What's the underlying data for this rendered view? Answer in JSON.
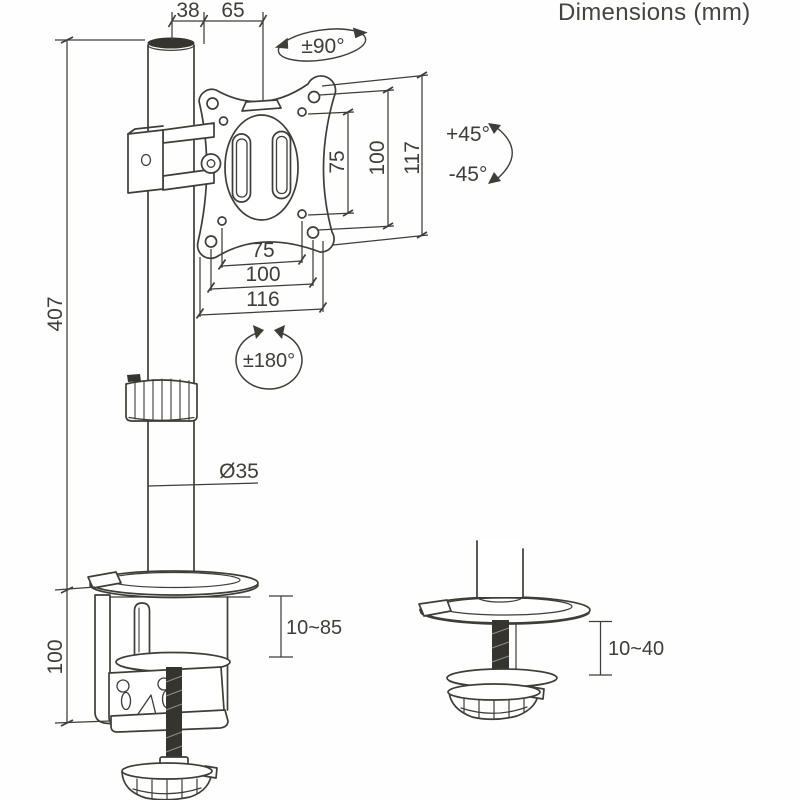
{
  "title": "Dimensions (mm)",
  "labels": {
    "arm_offset": "38",
    "arm_length": "65",
    "swivel_range": "±90°",
    "tilt_up": "+45°",
    "tilt_down": "-45°",
    "vesa_vertical_inner": "75",
    "vesa_vertical_outer": "100",
    "plate_height": "117",
    "vesa_horizontal_inner": "75",
    "vesa_horizontal_outer": "100",
    "plate_width": "116",
    "rotation_range": "±180°",
    "pole_height": "407",
    "pole_diameter": "Ø35",
    "clamp_thickness_range": "10~85",
    "clamp_height": "100",
    "grommet_thickness_range": "10~40"
  }
}
